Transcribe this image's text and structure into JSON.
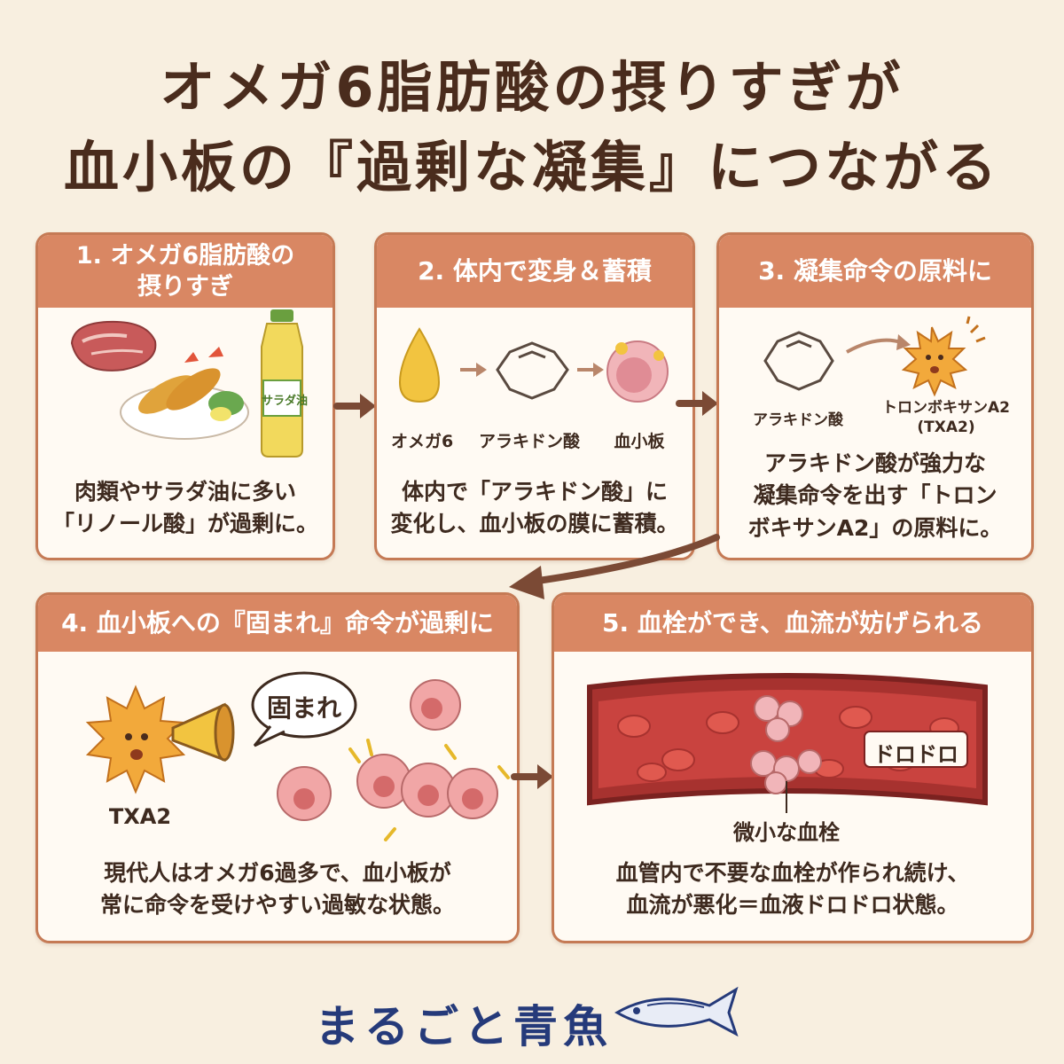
{
  "title": {
    "line1": "オメガ6脂肪酸の摂りすぎが",
    "line2": "血小板の『過剰な凝集』につながる"
  },
  "steps": [
    {
      "heading": "1. オメガ6脂肪酸の\n摂りすぎ",
      "bottle_label": "サラダ油",
      "caption": "肉類やサラダ油に多い\n「リノール酸」が過剰に。"
    },
    {
      "heading": "2. 体内で変身＆蓄積",
      "labels": [
        "オメガ6",
        "アラキドン酸",
        "血小板"
      ],
      "caption": "体内で「アラキドン酸」に\n変化し、血小板の膜に蓄積。"
    },
    {
      "heading": "3. 凝集命令の原料に",
      "labels": [
        "アラキドン酸",
        "トロンボキサンA2\n(TXA2)"
      ],
      "caption": "アラキドン酸が強力な\n凝集命令を出す「トロン\nボキサンA2」の原料に。"
    },
    {
      "heading": "4. 血小板への『固まれ』命令が過剰に",
      "speech": "固まれ",
      "txa2_label": "TXA2",
      "caption": "現代人はオメガ6過多で、血小板が\n常に命令を受けやすい過敏な状態。"
    },
    {
      "heading": "5. 血栓ができ、血流が妨げられる",
      "sticky_label": "ドロドロ",
      "clot_label": "微小な血栓",
      "caption": "血管内で不要な血栓が作られ続け、\n血流が悪化＝血液ドロドロ状態。"
    }
  ],
  "brand": "まるごと青魚",
  "colors": {
    "header": "#d98763",
    "border": "#c57a55",
    "arrow": "#7b4a35",
    "title": "#4a2c1d",
    "brand": "#253a7a",
    "background": "#f8efe0"
  }
}
